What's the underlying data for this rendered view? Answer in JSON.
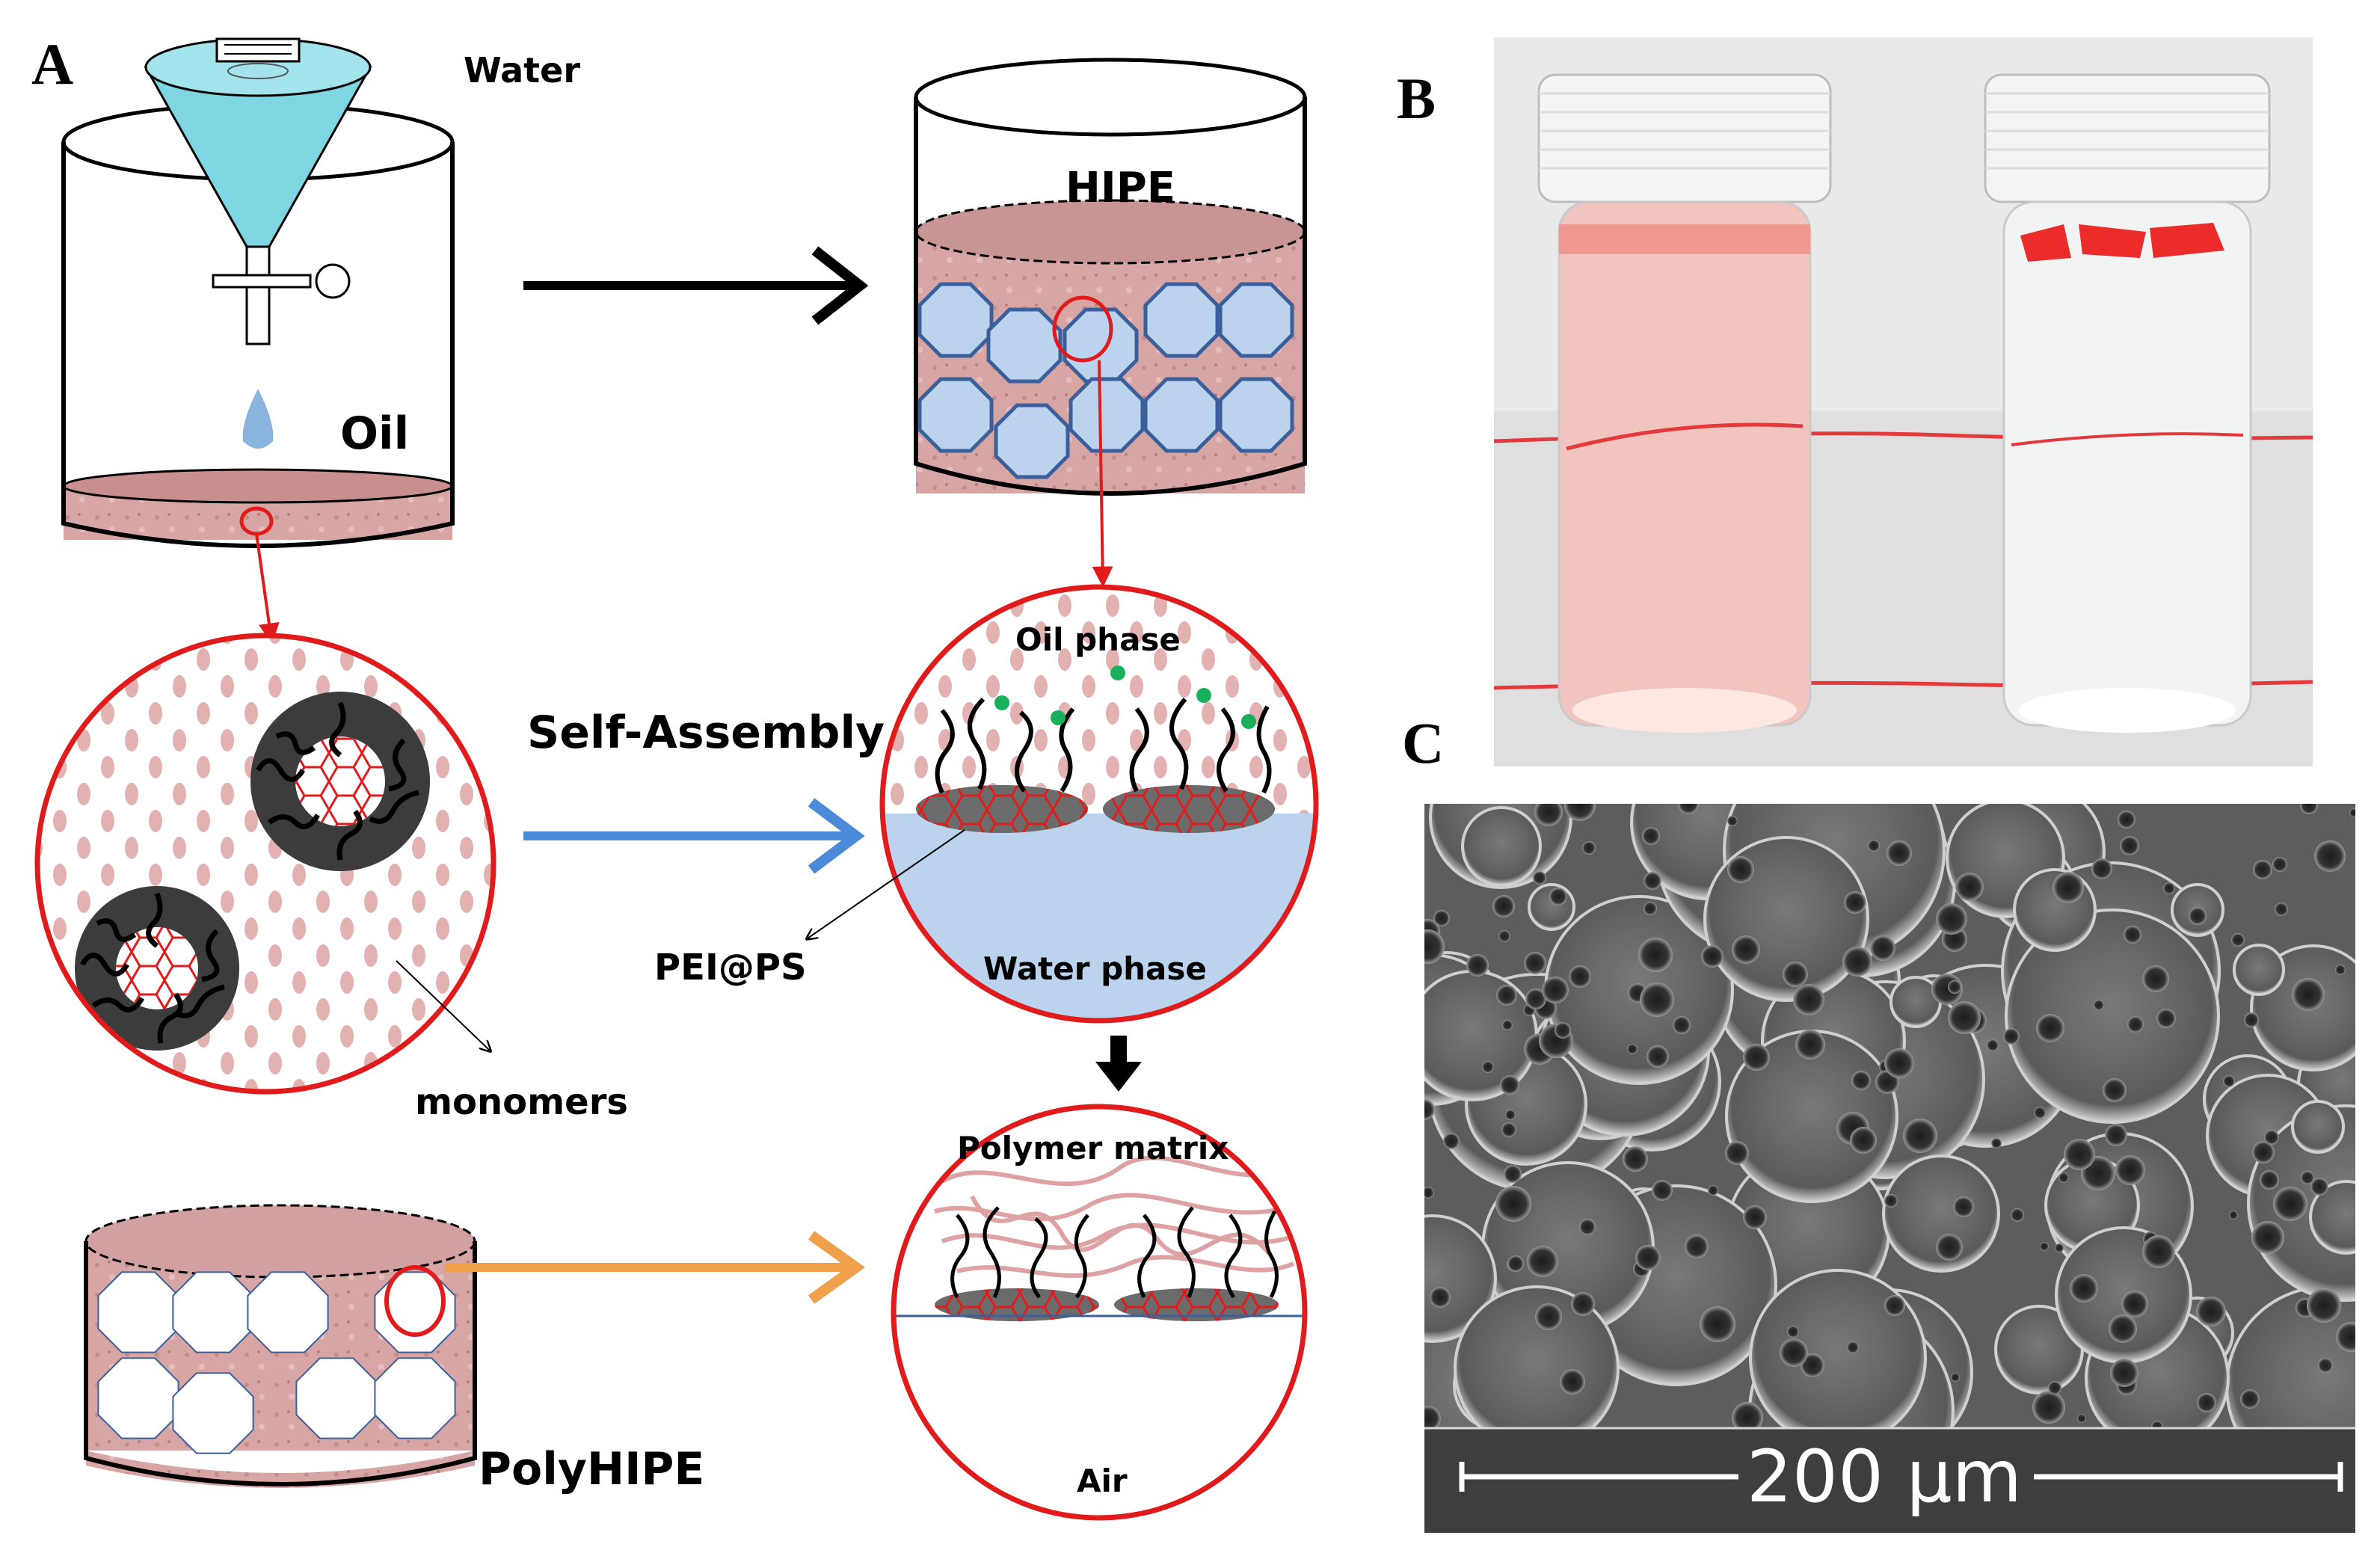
{
  "panels": {
    "a": "A",
    "b": "B",
    "c": "C"
  },
  "labels": {
    "water": "Water",
    "oil": "Oil",
    "hipe": "HIPE",
    "self_assembly": "Self-Assembly",
    "oil_phase": "Oil phase",
    "water_phase": "Water phase",
    "pei_ps": "PEI@PS",
    "monomers": "monomers",
    "polymer_matrix": "Polymer matrix",
    "air": "Air",
    "polyhipe": "PolyHIPE"
  },
  "scale_bar": {
    "label": "200 μm"
  },
  "colors": {
    "oil": "#d9a3a3",
    "oil_dark": "#c58282",
    "water": "#bcd3ee",
    "droplet_border": "#3a5f9a",
    "red": "#e11b1b",
    "black_arrow": "#000000",
    "blue_arrow": "#4a8ad8",
    "orange_arrow": "#f0a04a",
    "particle_green": "#18b05a"
  },
  "icons": [
    "separatory-funnel-icon",
    "water-drop-icon",
    "vial-icon",
    "sem-micrograph"
  ]
}
